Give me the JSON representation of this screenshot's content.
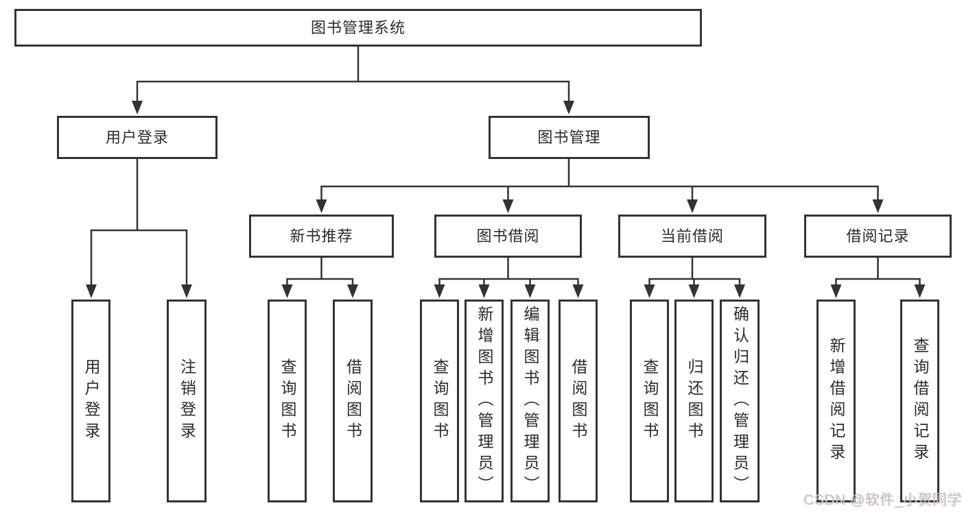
{
  "diagram": {
    "root": {
      "label": "图书管理系统"
    },
    "branches": [
      {
        "label": "用户登录",
        "children": [
          {
            "label": "用户登录"
          },
          {
            "label": "注销登录"
          }
        ]
      },
      {
        "label": "图书管理",
        "children": [
          {
            "label": "新书推荐",
            "children": [
              {
                "label": "查询图书"
              },
              {
                "label": "借阅图书"
              }
            ]
          },
          {
            "label": "图书借阅",
            "children": [
              {
                "label": "查询图书"
              },
              {
                "label": "新增图书（管理员）"
              },
              {
                "label": "编辑图书（管理员）"
              },
              {
                "label": "借阅图书"
              }
            ]
          },
          {
            "label": "当前借阅",
            "children": [
              {
                "label": "查询图书"
              },
              {
                "label": "归还图书"
              },
              {
                "label": "确认归还（管理员）"
              }
            ]
          },
          {
            "label": "借阅记录",
            "children": [
              {
                "label": "新增借阅记录"
              },
              {
                "label": "查询借阅记录"
              }
            ]
          }
        ]
      }
    ]
  },
  "watermark": {
    "text": "CSDN @软件_小贺同学"
  },
  "colors": {
    "line": "#333333",
    "box_border": "#333333",
    "box_background": "#ffffff",
    "text": "#2b2b2b",
    "watermark": "#c6c9cf"
  }
}
